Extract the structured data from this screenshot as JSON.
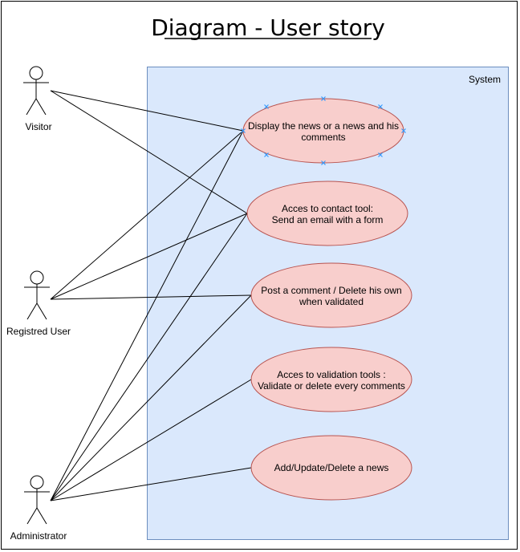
{
  "title": "Diagram - User story",
  "system": {
    "label": "System"
  },
  "actors": [
    {
      "id": "visitor",
      "label": "Visitor"
    },
    {
      "id": "registered",
      "label": "Registred User"
    },
    {
      "id": "admin",
      "label": "Administrator"
    }
  ],
  "use_cases": [
    {
      "id": "uc1",
      "lines": [
        "Display the news or a news and his",
        "comments"
      ]
    },
    {
      "id": "uc2",
      "lines": [
        "Acces to contact tool:",
        "Send an email with a form"
      ]
    },
    {
      "id": "uc3",
      "lines": [
        "Post a comment / Delete his own",
        "when validated"
      ]
    },
    {
      "id": "uc4",
      "lines": [
        "Acces to validation tools :",
        "Validate or delete every comments"
      ]
    },
    {
      "id": "uc5",
      "lines": [
        "Add/Update/Delete a news"
      ]
    }
  ],
  "associations": [
    {
      "actor": "visitor",
      "use_case": "uc1"
    },
    {
      "actor": "visitor",
      "use_case": "uc2"
    },
    {
      "actor": "registered",
      "use_case": "uc1"
    },
    {
      "actor": "registered",
      "use_case": "uc2"
    },
    {
      "actor": "registered",
      "use_case": "uc3"
    },
    {
      "actor": "admin",
      "use_case": "uc1"
    },
    {
      "actor": "admin",
      "use_case": "uc2"
    },
    {
      "actor": "admin",
      "use_case": "uc3"
    },
    {
      "actor": "admin",
      "use_case": "uc4"
    },
    {
      "actor": "admin",
      "use_case": "uc5"
    }
  ],
  "colors": {
    "system_fill": "#dae8fc",
    "system_stroke": "#6c8ebf",
    "use_case_fill": "#f8cecc",
    "use_case_stroke": "#b85450",
    "line": "#000000",
    "selection_marker": "#3399ff"
  }
}
